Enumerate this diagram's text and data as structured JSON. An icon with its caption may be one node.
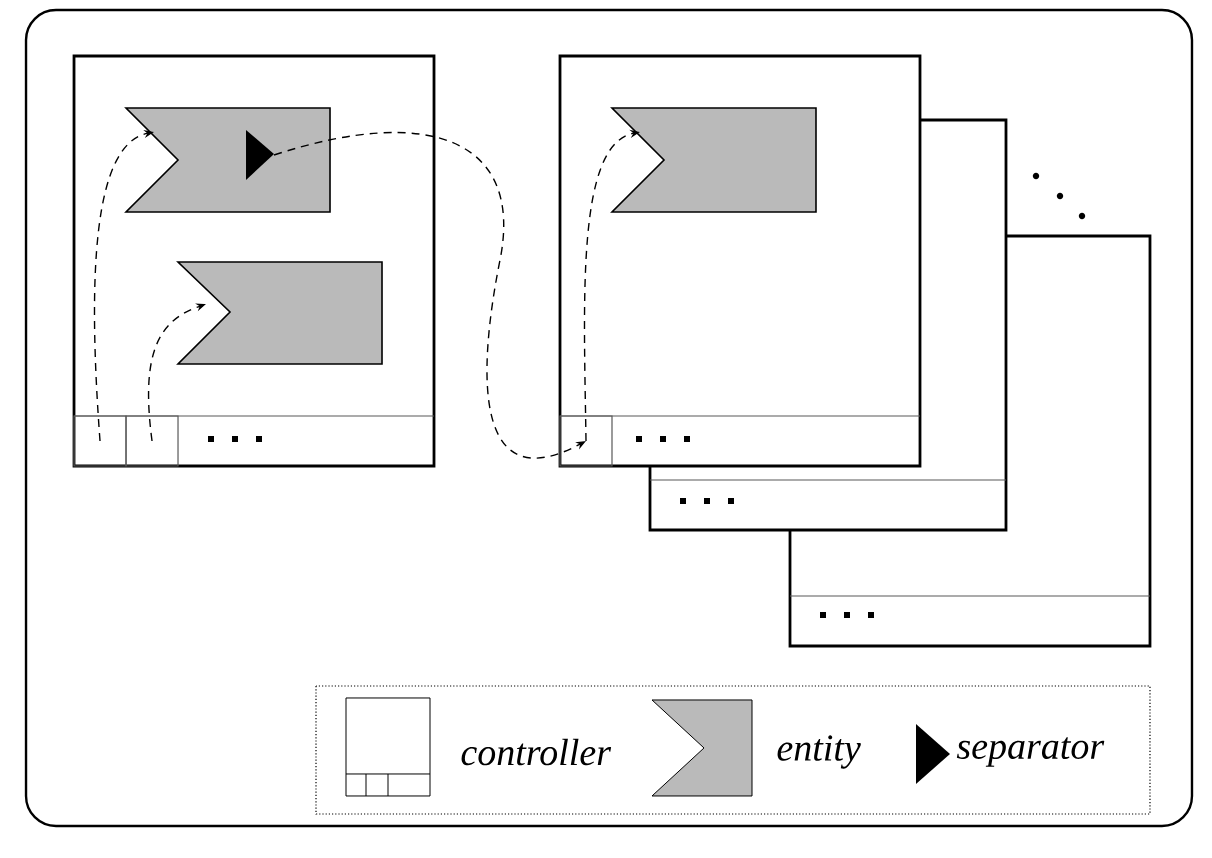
{
  "diagram": {
    "nodes": [
      {
        "text": [],
        "shape": "box"
      },
      {
        "text": [],
        "shape": "flag",
        "in": 0
      },
      {
        "text": [],
        "shape": "triangle",
        "in": 1
      },
      {
        "text": [],
        "shape": "flag",
        "in": 0
      },
      {
        "text": [],
        "shape": "box",
        "in": 0
      },
      {
        "text": [],
        "shape": "box",
        "in": 0
      },
      {
        "text": [],
        "shape": "box"
      },
      {
        "text": [],
        "shape": "flag",
        "in": 6
      },
      {
        "text": [],
        "shape": "box",
        "in": 6
      },
      {
        "text": [],
        "shape": "box"
      },
      {
        "text": [],
        "shape": "box"
      }
    ],
    "edges": [
      {
        "from": 4,
        "to": 1,
        "arrow": "to",
        "style": "dashed"
      },
      {
        "from": 5,
        "to": 3,
        "arrow": "to",
        "style": "dashed"
      },
      {
        "from": 2,
        "to": 8,
        "arrow": "to",
        "style": "dashed"
      },
      {
        "from": 8,
        "to": 7,
        "arrow": "to",
        "style": "dashed"
      }
    ],
    "legend": [
      {
        "text": "controller"
      },
      {
        "text": "entity"
      },
      {
        "text": "separator"
      }
    ]
  }
}
